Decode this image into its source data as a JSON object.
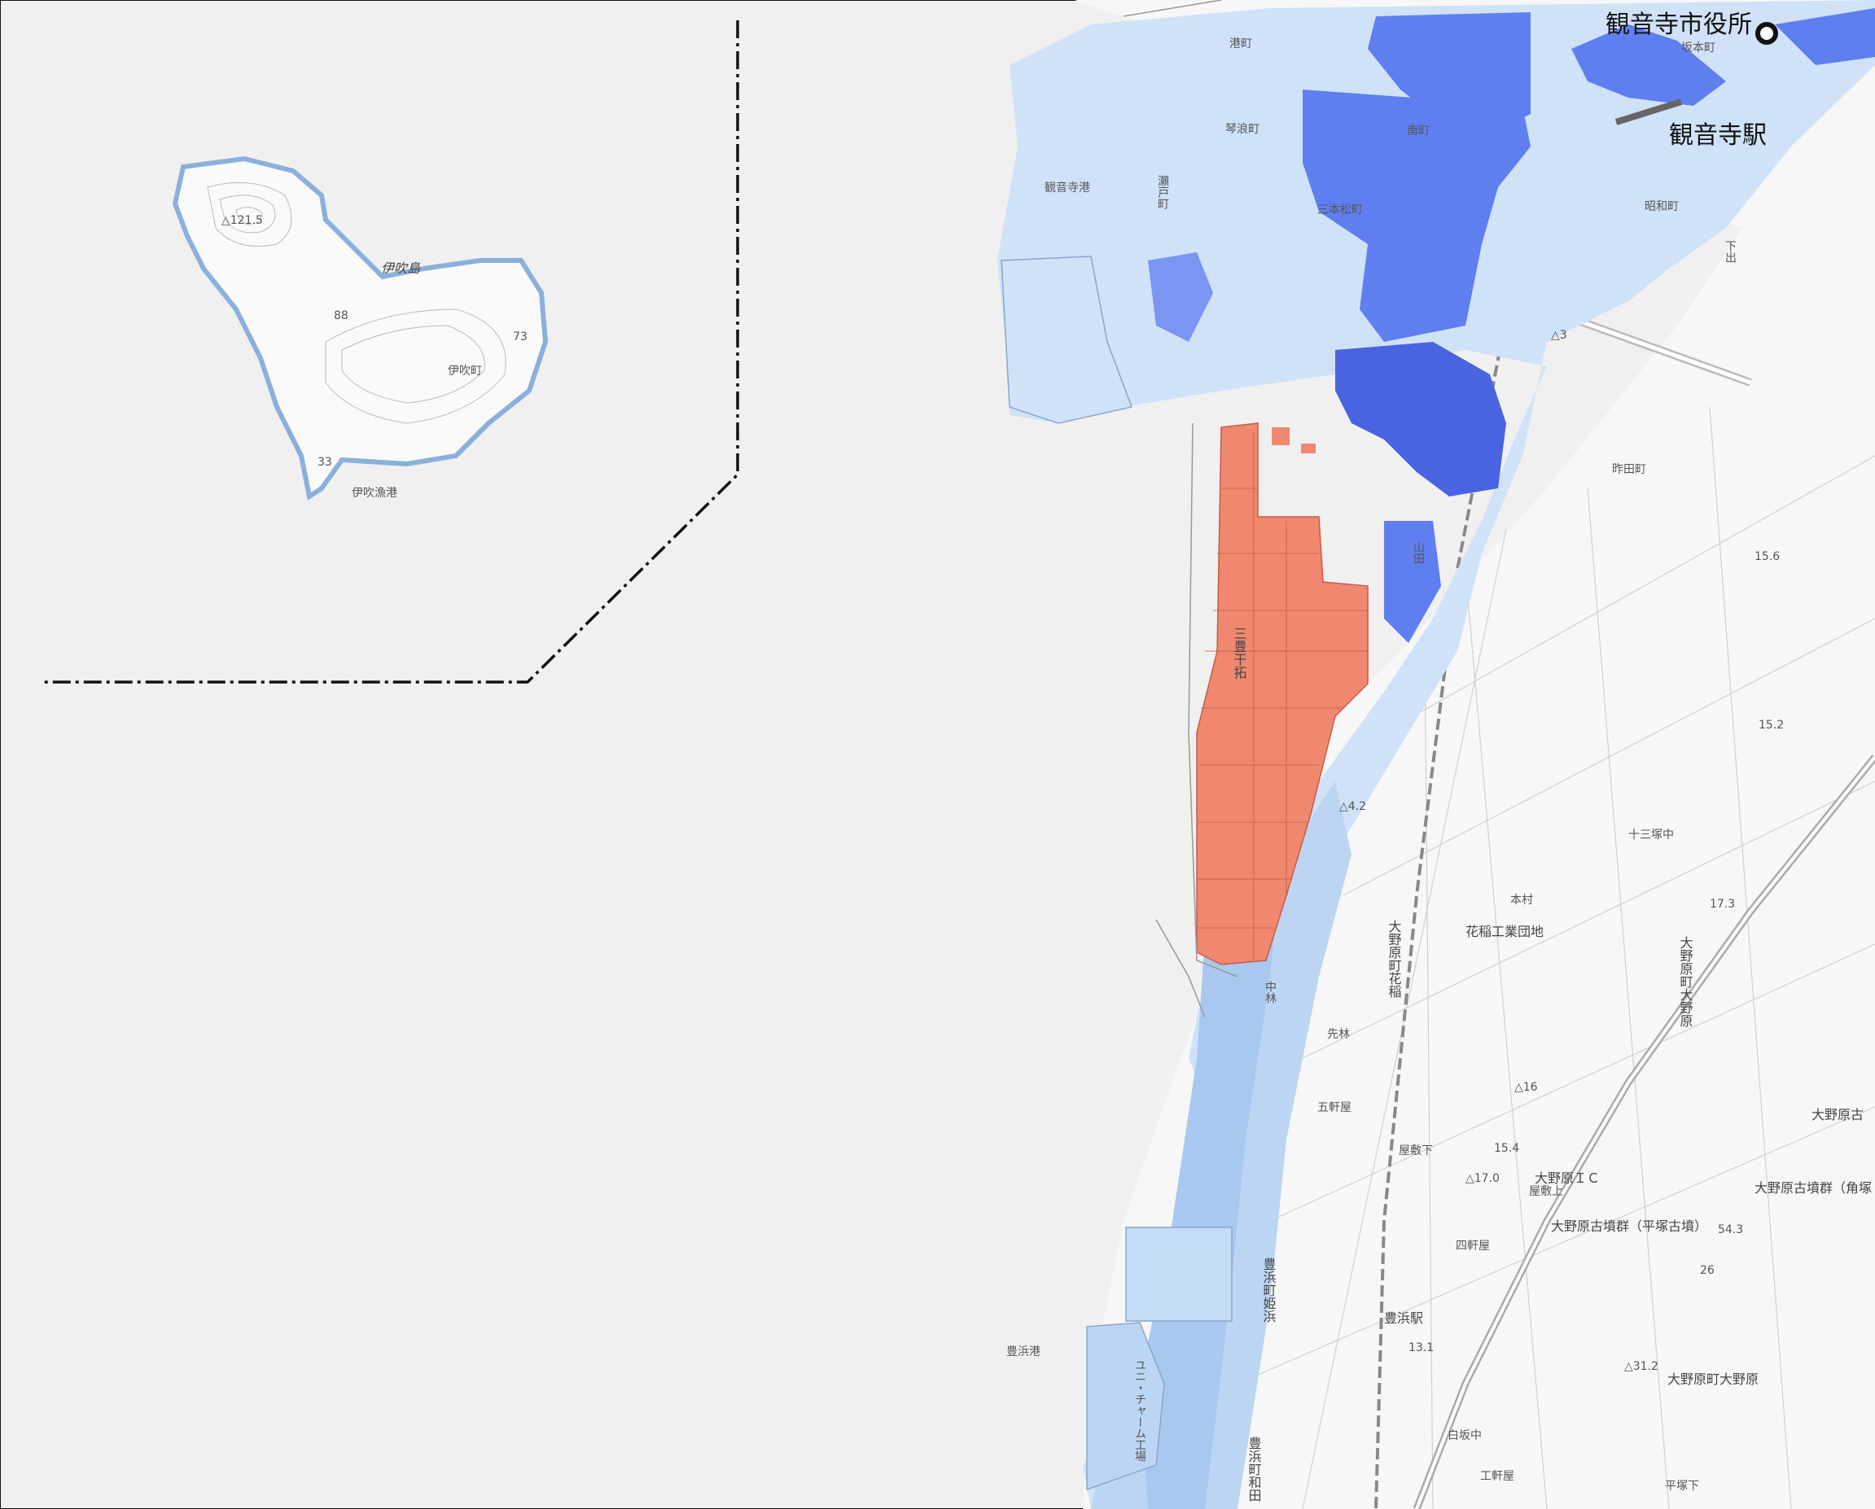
{
  "map": {
    "city_hall_label": "観音寺市役所",
    "station_label": "観音寺駅",
    "port_label": "観音寺港",
    "island_name": "伊吹島",
    "island_town": "伊吹町",
    "island_port": "伊吹漁港",
    "island_peak": "△121.5",
    "island_spot_88": "88",
    "island_spot_73": "73",
    "island_spot_33": "33",
    "reclaimed_label": "三豊干拓",
    "industrial_label": "花稲工業団地",
    "toyohama_station": "豊浜駅",
    "toyohama_port": "豊浜港",
    "ic_label": "大野原ＩＣ",
    "kofun_label": "大野原古墳群（平塚古墳）",
    "kofun2_label": "大野原古墳群（角塚",
    "kofun3_label": "大野原古",
    "onohara_label": "大野原町大野原",
    "districts": {
      "minato": "港町",
      "sakamoto": "坂本町",
      "minami": "南町",
      "showa": "昭和町",
      "sanbonmatsu": "三本松町",
      "kotonami": "琴浪町",
      "seto": "瀬戸町",
      "sakuta": "昨田町",
      "yamada": "山田",
      "hanaine": "大野原町花稲",
      "onoharav": "大野原町大野原",
      "toyohama_himehama": "豊浜町姫浜",
      "toyohama_wada": "豊浜町和田",
      "unicharm": "ユニ・チャーム工場",
      "shimomura": "下出",
      "honmura": "本村",
      "yashiki": "屋敷下",
      "yashiki2": "屋敷上",
      "gohen": "五軒屋",
      "yonken": "四軒屋",
      "kogen": "工軒屋",
      "shirasaka": "白坂中",
      "nakabayashi": "中林",
      "sakibayashi": "先林",
      "juzai": "十三塚中",
      "hirazuka": "平塚下"
    },
    "spot_heights": [
      "△3",
      "△4.2",
      "15.6",
      "17.3",
      "15.2",
      "△16",
      "15.4",
      "△17.0",
      "26",
      "△31.2",
      "54.3",
      "13.1"
    ]
  },
  "colors": {
    "background": "#f0f0f0",
    "flood_shallow": "#cfe2f7",
    "flood_medium": "#a8c8f0",
    "flood_deep": "#5f7ff0",
    "flood_deepest": "#4a63e0",
    "reclaimed_red": "#f08870",
    "boundary": "#111111"
  }
}
